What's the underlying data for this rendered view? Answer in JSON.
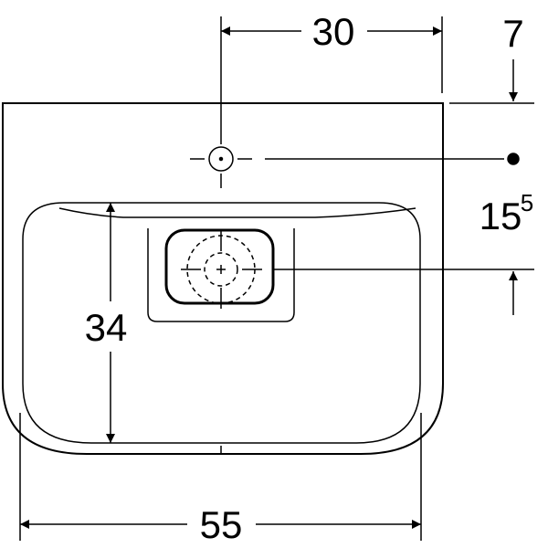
{
  "drawing": {
    "dimensions": {
      "tap_hole_offset": "30",
      "rim_offset": "7",
      "drain_depth_main": "15",
      "drain_depth_sup": "5",
      "bowl_depth": "34",
      "width": "55"
    },
    "line_color": "#000000",
    "background": "#ffffff"
  }
}
